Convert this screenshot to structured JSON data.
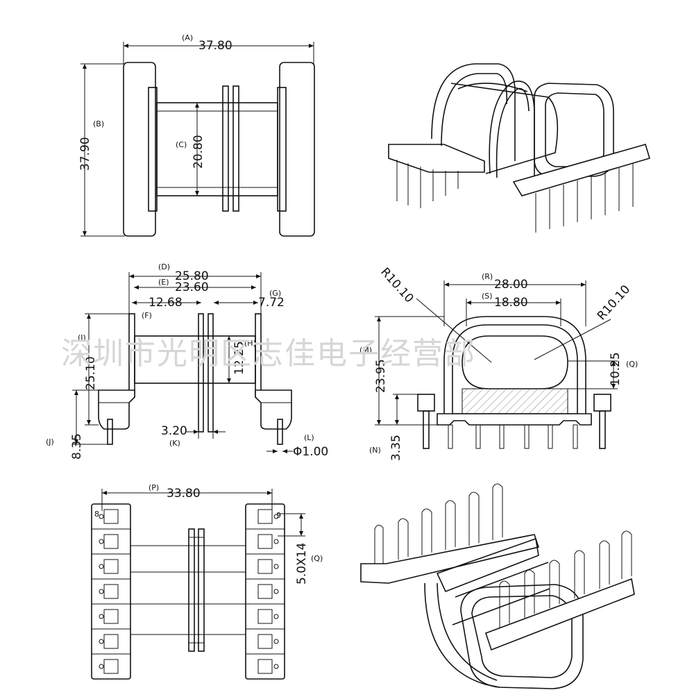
{
  "watermark": "深圳市光明区志佳电子经营部",
  "top_view": {
    "dims": [
      {
        "label": "(A)",
        "value": "37.80"
      },
      {
        "label": "(B)",
        "value": "37.90"
      },
      {
        "label": "(C)",
        "value": "20.80"
      }
    ]
  },
  "side_view": {
    "dims": [
      {
        "label": "(D)",
        "value": "25.80"
      },
      {
        "label": "(E)",
        "value": "23.60"
      },
      {
        "label": "(F)",
        "value": "12.68"
      },
      {
        "label": "(G)",
        "value": "7.72"
      },
      {
        "label": "(H)",
        "value": "12.25"
      },
      {
        "label": "(I)",
        "value": "25.10"
      },
      {
        "label": "(J)",
        "value": "8.35"
      },
      {
        "label": "(K)",
        "value": "3.20"
      },
      {
        "label": "(L)",
        "value": "Φ1.00"
      }
    ]
  },
  "front_view": {
    "dims": [
      {
        "label": "(R)",
        "value": "28.00"
      },
      {
        "label": "(S)",
        "value": "18.80"
      },
      {
        "label": "(M)",
        "value": "23.95"
      },
      {
        "label": "(Q)",
        "value": "10.25"
      },
      {
        "label": "(N)",
        "value": "3.35"
      }
    ],
    "radius_left": "R10.10",
    "radius_right": "R10.10"
  },
  "bottom_view": {
    "dims": [
      {
        "label": "(P)",
        "value": "33.80"
      },
      {
        "label": "(Q)",
        "value": "5.0X14"
      }
    ],
    "pin_labels": [
      "8",
      "9"
    ]
  }
}
